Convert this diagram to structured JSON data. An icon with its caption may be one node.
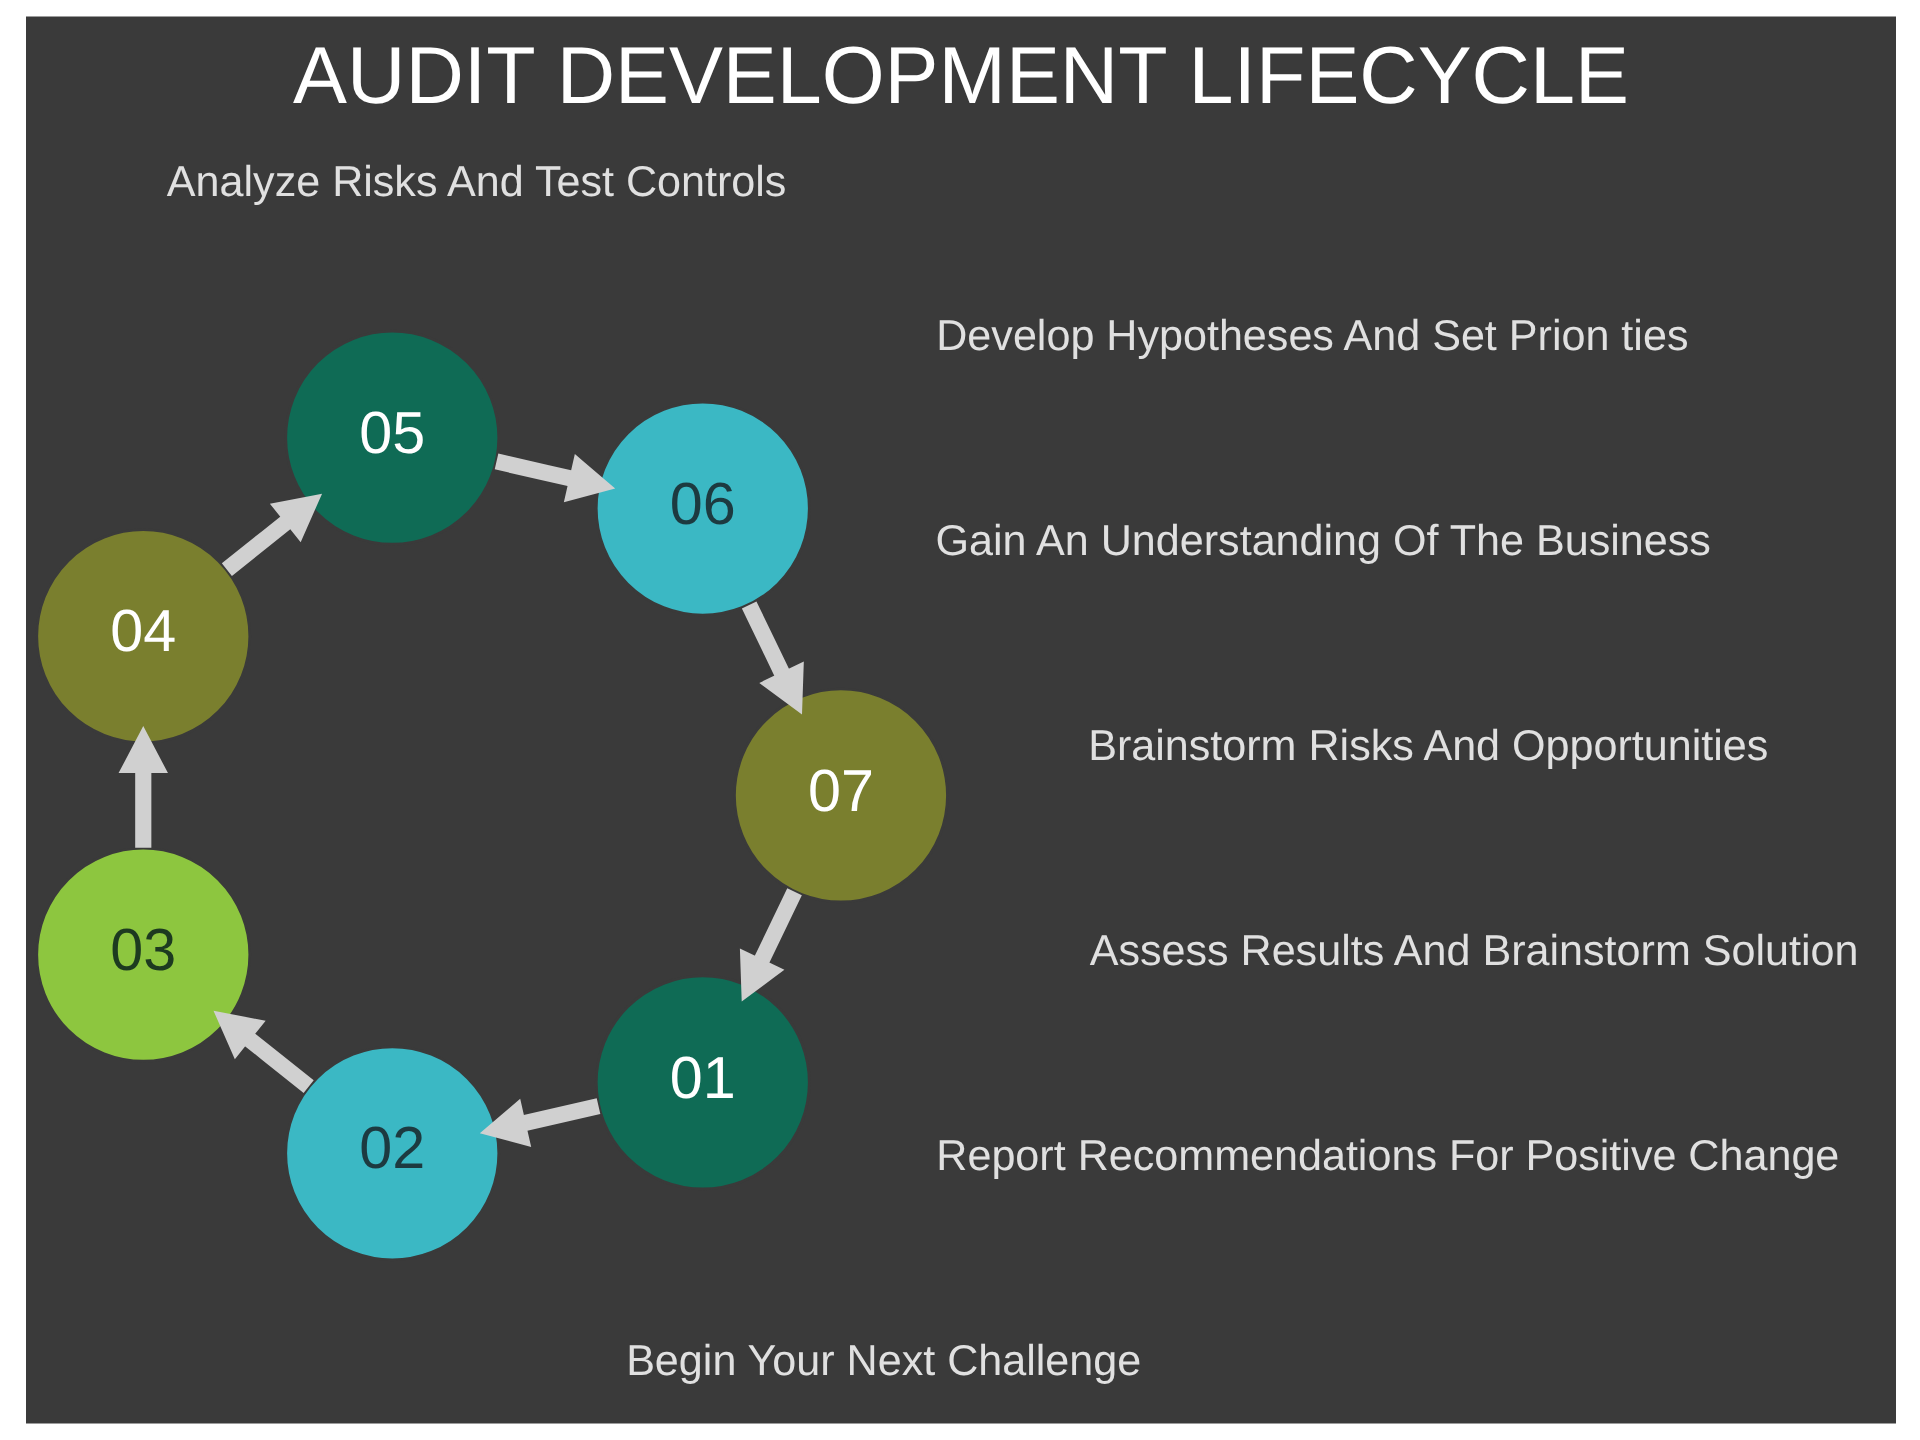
{
  "diagram": {
    "title": "AUDIT DEVELOPMENT LIFECYCLE",
    "nodes": [
      {
        "text": [
          "01"
        ]
      },
      {
        "text": [
          "02"
        ]
      },
      {
        "text": [
          "03"
        ]
      },
      {
        "text": [
          "04"
        ]
      },
      {
        "text": [
          "05"
        ]
      },
      {
        "text": [
          "06"
        ]
      },
      {
        "text": [
          "07"
        ]
      }
    ],
    "edges": [
      {
        "from": 0,
        "to": 1,
        "arrow": "to"
      },
      {
        "from": 1,
        "to": 2,
        "arrow": "to"
      },
      {
        "from": 2,
        "to": 3,
        "arrow": "to"
      },
      {
        "from": 3,
        "to": 4,
        "arrow": "to"
      },
      {
        "from": 4,
        "to": 5,
        "arrow": "to"
      },
      {
        "from": 5,
        "to": 6,
        "arrow": "to"
      },
      {
        "from": 6,
        "to": 0,
        "arrow": "to"
      }
    ],
    "labels": [
      "Brainstorm Risks And Opportunities",
      "Develop Hypotheses And Set Prion ties",
      "Analyze Risks And Test Controls",
      "Assess Results And Brainstorm Solution",
      "Report Recommendations For Positive Change",
      "Begin Your Next Challenge",
      "Gain An Understanding Of The Business"
    ]
  }
}
